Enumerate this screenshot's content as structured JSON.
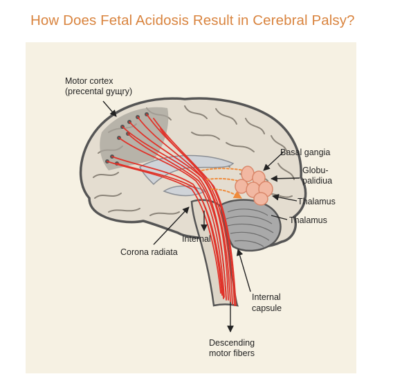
{
  "header": {
    "title": "How Does Fetal Acidosis Result in Cerebral Palsy?"
  },
  "diagram": {
    "labels": {
      "motor_cortex_line1": "Motor cortex",
      "motor_cortex_line2": "(precental gyщry)",
      "basal_gangia": "Basal gangia",
      "globu_line1": "Globu-",
      "globu_line2": "palidiua",
      "thalamus_upper": "Thalamus",
      "thalamus_lower": "Thalamus",
      "internal": "Internal",
      "corona_radiata": "Corona radiata",
      "internal_capsule_line1": "Internal",
      "internal_capsule_line2": "capsule",
      "descending_line1": "Descending",
      "descending_line2": "motor fibers"
    },
    "colors": {
      "background": "#f6f1e3",
      "brain_fill": "#e4ddd0",
      "brain_outline": "#555555",
      "motor_area": "#a8a49c",
      "fiber_red": "#e0332a",
      "fiber_orange": "#ef8b3c",
      "nuclei_fill": "#f2b8a2",
      "nuclei_stroke": "#d9876a",
      "cerebellum": "#a9a9a9",
      "title": "#d9843f"
    }
  }
}
